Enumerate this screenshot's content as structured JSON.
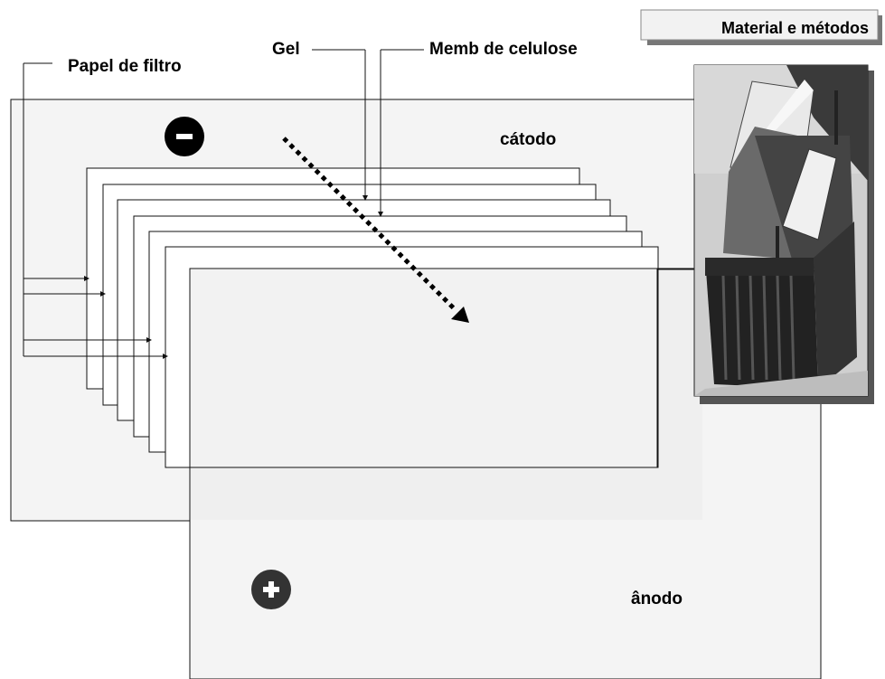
{
  "header": {
    "title": "Material e métodos"
  },
  "labels": {
    "filter_paper": "Papel de filtro",
    "gel": "Gel",
    "cellulose_membrane": "Memb de celulose",
    "cathode": "cátodo",
    "anode": "ânodo"
  },
  "electrodes": {
    "cathode_symbol": "−",
    "anode_symbol": "+"
  },
  "photo": {
    "icon": "electrophoresis-apparatus-photo"
  },
  "colors": {
    "panel_fill": "#f4f4f4",
    "panel_stroke": "#111111",
    "sheet_stroke": "#111111",
    "arrow": "#000000",
    "cathode_circle": "#000000",
    "anode_circle": "#333333",
    "title_box_shadow": "#777777"
  }
}
